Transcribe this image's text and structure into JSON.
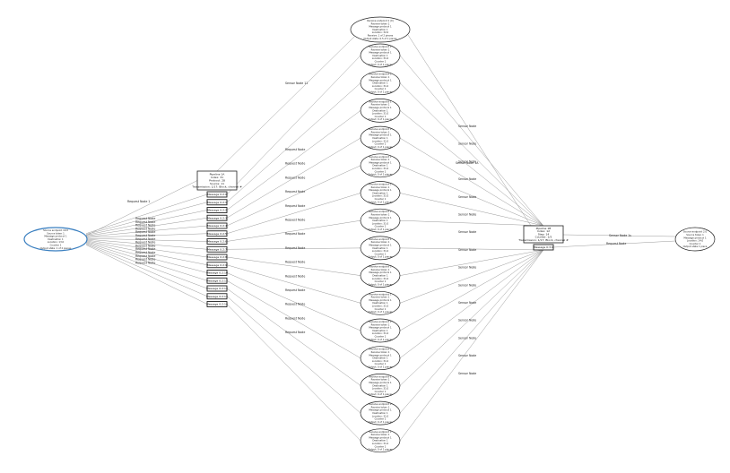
{
  "diagram": {
    "left_node": {
      "lines": [
        "Source endpoint 10.0",
        "Source token 1",
        "Message protocol 1",
        "Destination 1",
        "Location: 13.0",
        "Counter 1",
        "Output state: 1 of 2 pieces"
      ]
    },
    "mid_header": {
      "lines": [
        "Pipeline 1A",
        "Index: 31",
        "Protocol: 28",
        "Source: 11",
        "Transmission: 1/17: Block, channel #"
      ]
    },
    "mid_stack": {
      "labels": [
        "Message 0:2:0",
        "Message 0:2:1",
        "Message 0:2:2",
        "Message 0:2:3",
        "Message 0:2:4",
        "Message 0:2:5",
        "Message 0:2:6",
        "Message 0:2:7",
        "Message 0:2:8",
        "Message 0:2:9",
        "Message 0:2:10",
        "Message 0:2:11",
        "Message 0:2:12",
        "Message 0:2:13",
        "Message 0:2:14"
      ]
    },
    "top_node": {
      "lines": [
        "Receive endpoint 1 (0)",
        "Receive token 1",
        "Message protocol 1",
        "Destination 1",
        "Location: 32.0",
        "Receive: 1 of 2 pieces",
        "Output state: 0.5 of 1 pieces"
      ]
    },
    "center_nodes": {
      "lines": [
        "Receive endpoint 1",
        "Receive token 1",
        "Message protocol 1",
        "Destination 1",
        "Location: 31.0",
        "Counter 1",
        "Output: 0 of 1 pieces"
      ],
      "count": 15
    },
    "right_box": {
      "lines": [
        "Pipeline 1B",
        "Index: 12",
        "Step: 14",
        "Counter: 1/5",
        "Transmission: 1/17: Block, channel #"
      ],
      "sub_label": "Message 0:3:0"
    },
    "far_right_node": {
      "lines": [
        "Source endpoint 2.0",
        "Source token 1",
        "Message protocol 1",
        "Location: 14.0",
        "Counter 1",
        "Output state 1 piece"
      ]
    },
    "edge_labels": {
      "left_top": "Request Node 1",
      "left_fan": "Request Node",
      "mid_top": "Sensor Node 11",
      "mid_fan": "Request Node",
      "right_fan": "Sensor Node",
      "right_special": "Sensor Node 1A",
      "far_right_top": "Sensor Node 1s",
      "far_right_bottom": "Request Node"
    },
    "colors": {
      "edge": "#9a9a9a",
      "stroke": "#222222",
      "highlight": "#3a7fc0"
    }
  }
}
